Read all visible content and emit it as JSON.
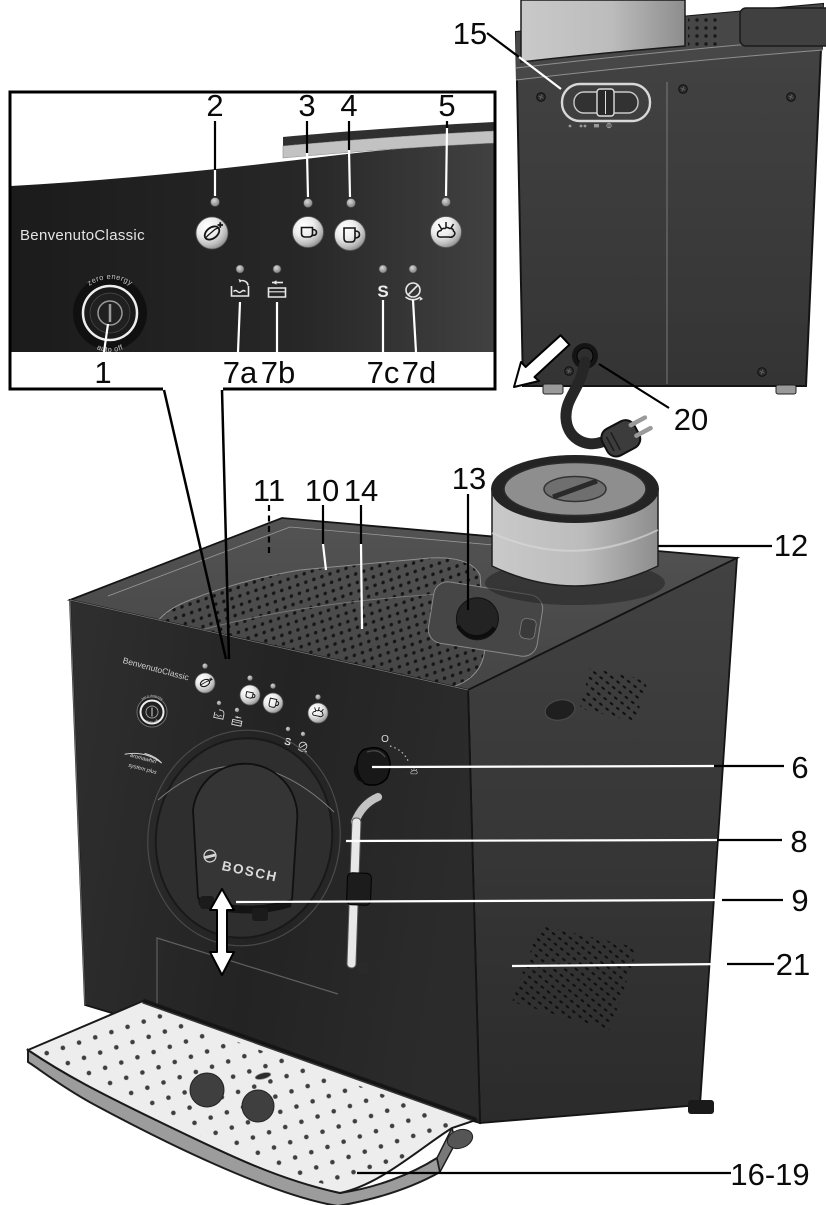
{
  "texts": {
    "brand": "BenvenutoClassic",
    "logo": "BOSCH",
    "power_top": "zero energy",
    "power_bottom": "auto off",
    "service_led": "S",
    "knob_off": "O",
    "aroma_line1": "aromawhirl",
    "aroma_line2": "system plus"
  },
  "labels": {
    "n1": "1",
    "n2": "2",
    "n3": "3",
    "n4": "4",
    "n5": "5",
    "n7a": "7a",
    "n7b": "7b",
    "n7c": "7c",
    "n7d": "7d",
    "n6": "6",
    "n8": "8",
    "n9": "9",
    "n10": "10",
    "n11": "11",
    "n12": "12",
    "n13": "13",
    "n14": "14",
    "n15": "15",
    "n16_19": "16-19",
    "n20": "20",
    "n21": "21"
  },
  "icons": {
    "button_2": "coffee-strength-bean-plus-icon",
    "button_3": "small-cup-icon",
    "button_4": "large-cup-icon",
    "button_5": "steam-icon",
    "led_7a": "fill-water-tank-icon",
    "led_7b": "empty-trays-icon",
    "led_7c": "service-S",
    "led_7d": "descale-icon",
    "knob_6": "steam-dial-icon",
    "bosch_symbol": "bosch-armature-icon"
  },
  "colors": {
    "background": "#ffffff",
    "machine_front": "#282828",
    "machine_side": "#3a3a3a",
    "machine_top": "#4a4a4a",
    "rear_body": "#3d3d3d",
    "bean_container": "#b7b7b7",
    "drip_tray": "#ededed",
    "callout_text": "#0a0a0a"
  }
}
